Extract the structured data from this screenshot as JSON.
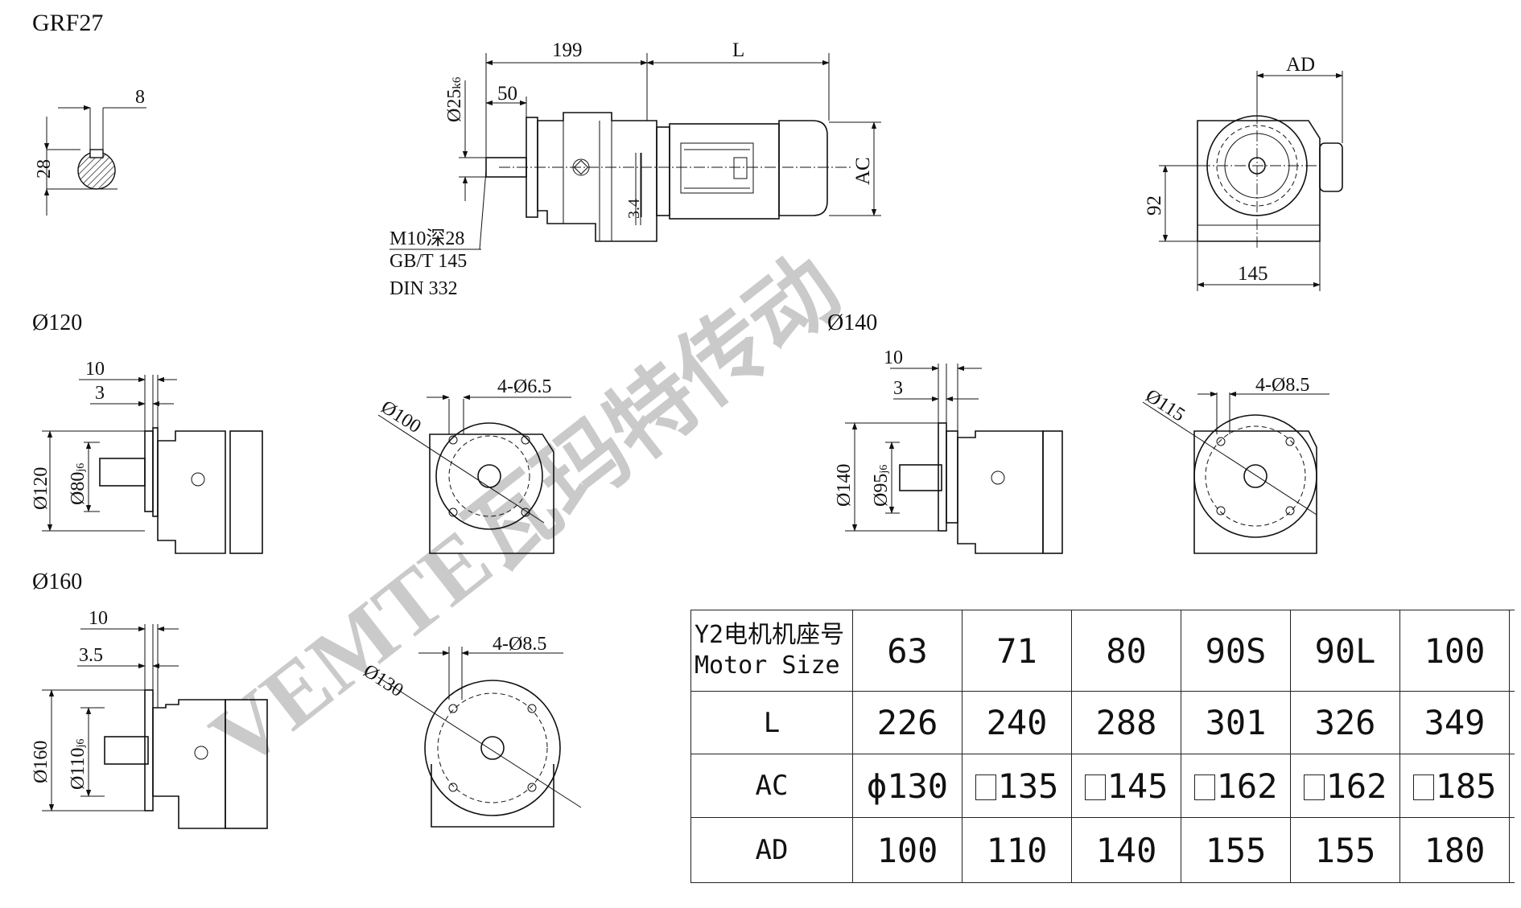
{
  "model": "GRF27",
  "flange_labels": {
    "f120": "Ø120",
    "f140": "Ø140",
    "f160": "Ø160"
  },
  "shaft_detail": {
    "key_width": "8",
    "key_height": "28"
  },
  "main_view": {
    "len_199": "199",
    "len_L": "L",
    "len_50": "50",
    "shaft_dia": "Ø25",
    "shaft_tol": "k6",
    "offset": "3.4",
    "ac": "AC",
    "thread_1": "M10深28",
    "thread_2": "GB/T 145",
    "thread_3": "DIN 332"
  },
  "end_view": {
    "ad": "AD",
    "height": "92",
    "width": "145"
  },
  "flange120": {
    "d10": "10",
    "d3": "3",
    "outer": "Ø120",
    "spigot": "Ø80",
    "spigot_tol": "j6",
    "bolt_circle": "Ø100",
    "holes": "4-Ø6.5"
  },
  "flange140": {
    "d10": "10",
    "d3": "3",
    "outer": "Ø140",
    "spigot": "Ø95",
    "spigot_tol": "j6",
    "bolt_circle": "Ø115",
    "holes": "4-Ø8.5"
  },
  "flange160": {
    "d10": "10",
    "d35": "3.5",
    "outer": "Ø160",
    "spigot": "Ø110",
    "spigot_tol": "j6",
    "bolt_circle": "Ø130",
    "holes": "4-Ø8.5"
  },
  "watermark": "VEMTE瓦玛特传动",
  "table": {
    "header_cn": "Y2电机机座号",
    "header_en": "Motor Size",
    "rows": [
      "L",
      "AC",
      "AD"
    ],
    "sizes": [
      "63",
      "71",
      "80",
      "90S",
      "90L",
      "100"
    ],
    "L": [
      "226",
      "240",
      "288",
      "301",
      "326",
      "349"
    ],
    "AC": [
      "ϕ130",
      "135",
      "145",
      "162",
      "162",
      "185"
    ],
    "AD": [
      "100",
      "110",
      "140",
      "155",
      "155",
      "180"
    ]
  }
}
